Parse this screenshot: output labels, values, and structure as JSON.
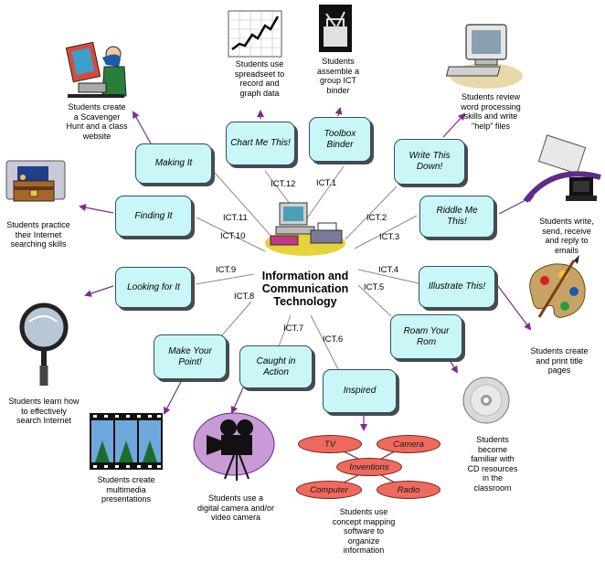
{
  "center": {
    "line1": "Information and",
    "line2": "Communication",
    "line3": "Technology"
  },
  "boxes": {
    "chart": "Chart Me This!",
    "toolbox1": "Toolbox",
    "toolbox2": "Binder",
    "making": "Making It",
    "write1": "Write This",
    "write2": "Down!",
    "finding": "Finding It",
    "riddle1": "Riddle Me",
    "riddle2": "This!",
    "looking": "Looking for It",
    "illustrate": "Illustrate This!",
    "point1": "Make Your",
    "point2": "Point!",
    "action1": "Caught in",
    "action2": "Action",
    "roam1": "Roam Your",
    "roam2": "Rom",
    "inspired": "Inspired"
  },
  "codes": {
    "c1": "ICT.1",
    "c2": "ICT.2",
    "c3": "ICT.3",
    "c4": "ICT.4",
    "c5": "ICT.5",
    "c6": "ICT.6",
    "c7": "ICT.7",
    "c8": "ICT.8",
    "c9": "ICT.9",
    "c10": "ICT.10",
    "c11": "ICT.11",
    "c12": "ICT.12"
  },
  "captions": {
    "spreadsheet": [
      "Students use",
      "spreadseet to",
      "record and",
      "graph data"
    ],
    "binder": [
      "Students",
      "assemble a",
      "group ICT",
      "binder"
    ],
    "scavenger": [
      "Students create",
      "a Scavenger",
      "Hunt and a class",
      "website"
    ],
    "wordproc": [
      "Students review",
      "word processing",
      "skills and write",
      "\"help\" files"
    ],
    "searching": [
      "Students practice",
      "their Internet",
      "searching skills"
    ],
    "email": [
      "Students write,",
      "send, receive",
      "and reply to",
      "emails"
    ],
    "search": [
      "Students learn how",
      "to effectively",
      "search Internet"
    ],
    "title": [
      "Students create",
      "and print title",
      "pages"
    ],
    "multimedia": [
      "Students create",
      "multimedia",
      "presentations"
    ],
    "camera": [
      "Students use a",
      "digital camera and/or",
      "video camera"
    ],
    "cd": [
      "Students",
      "become",
      "familiar with",
      "CD resources",
      "in the",
      "classroom"
    ],
    "concept": [
      "Students use",
      "concept mapping",
      "software to",
      "organize",
      "information"
    ]
  },
  "concept_map": {
    "tv": "TV",
    "camera": "Camera",
    "inventions": "Inventions",
    "computer": "Computer",
    "radio": "Radio"
  },
  "colors": {
    "box_fill": "#c9f7f7",
    "arrow": "#7b2e8c",
    "red_node": "#ee6a5e"
  },
  "icons": [
    "line-graph-icon",
    "toolbox-icon",
    "computer-user-icon",
    "computer-icon",
    "treasure-chest-icon",
    "email-icon",
    "magnifying-glass-icon",
    "palette-icon",
    "film-strip-icon",
    "video-camera-icon",
    "cd-icon",
    "computer-workstation-icon"
  ]
}
